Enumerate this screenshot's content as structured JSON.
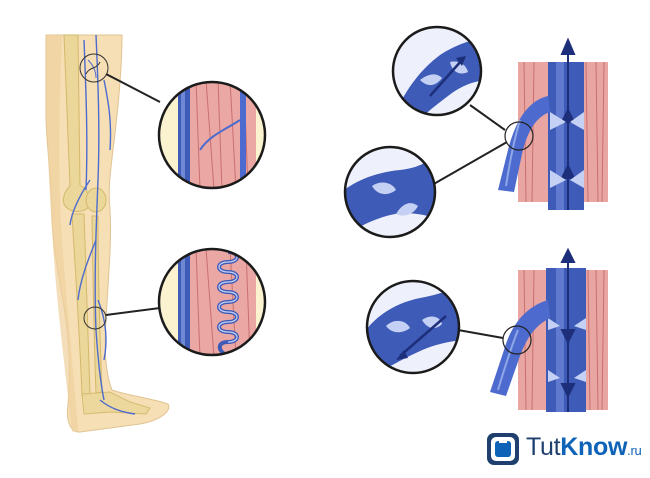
{
  "illustration": {
    "subject": "leg-veins-valves",
    "colors": {
      "skin": "#f6dfb4",
      "skin_shadow": "#e6c18a",
      "bone": "#ecd79a",
      "vein": "#3f5bb8",
      "vein_light": "#8fa7e6",
      "muscle": "#e9a5a2",
      "muscle_line": "#c9706f",
      "magnifier_ring": "#1b1b1b",
      "valve": "#c5d1f4"
    },
    "magnifiers_left": [
      {
        "name": "magnifier-healthy-vein"
      },
      {
        "name": "magnifier-varicose-vein"
      }
    ],
    "panels_right": [
      {
        "name": "panel-healthy-valves"
      },
      {
        "name": "panel-incompetent-valves"
      }
    ]
  },
  "watermark": {
    "brand_tut": "Tut",
    "brand_know": "Know",
    "brand_tld": ".ru",
    "logo_icon": "tutknow-logo-icon"
  }
}
